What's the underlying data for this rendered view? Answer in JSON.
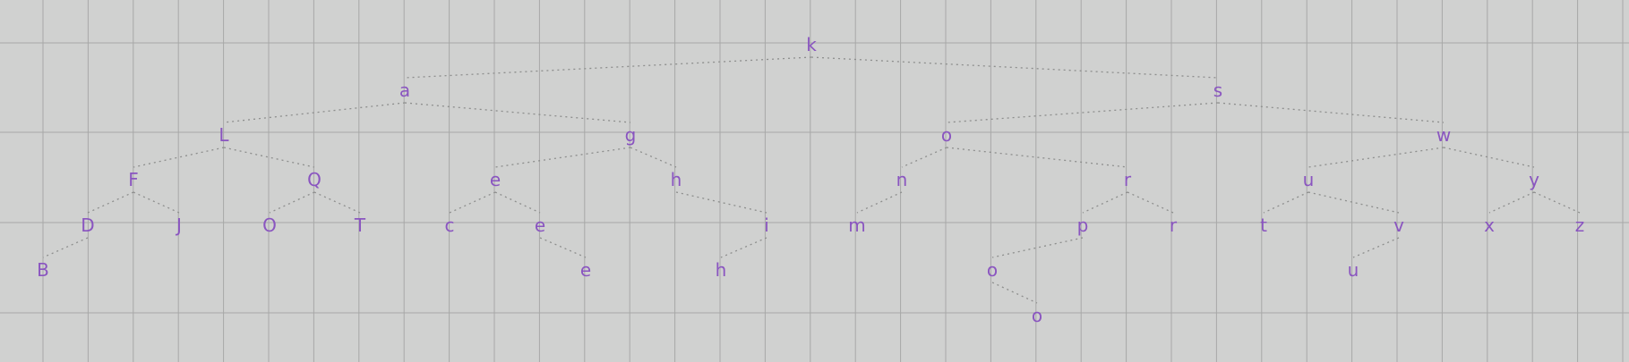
{
  "diagram": {
    "type": "binary-tree",
    "nodes": [
      {
        "id": "k",
        "label": "k"
      },
      {
        "id": "a",
        "label": "a",
        "parent": "k"
      },
      {
        "id": "s",
        "label": "s",
        "parent": "k"
      },
      {
        "id": "L",
        "label": "L",
        "parent": "a"
      },
      {
        "id": "g",
        "label": "g",
        "parent": "a"
      },
      {
        "id": "o1",
        "label": "o",
        "parent": "s"
      },
      {
        "id": "w",
        "label": "w",
        "parent": "s"
      },
      {
        "id": "F",
        "label": "F",
        "parent": "L"
      },
      {
        "id": "Q",
        "label": "Q",
        "parent": "L"
      },
      {
        "id": "e1",
        "label": "e",
        "parent": "g"
      },
      {
        "id": "h1",
        "label": "h",
        "parent": "g"
      },
      {
        "id": "n",
        "label": "n",
        "parent": "o1"
      },
      {
        "id": "r1",
        "label": "r",
        "parent": "o1"
      },
      {
        "id": "u1",
        "label": "u",
        "parent": "w"
      },
      {
        "id": "y",
        "label": "y",
        "parent": "w"
      },
      {
        "id": "D",
        "label": "D",
        "parent": "F"
      },
      {
        "id": "J",
        "label": "J",
        "parent": "F"
      },
      {
        "id": "O",
        "label": "O",
        "parent": "Q"
      },
      {
        "id": "T",
        "label": "T",
        "parent": "Q"
      },
      {
        "id": "c",
        "label": "c",
        "parent": "e1"
      },
      {
        "id": "e2",
        "label": "e",
        "parent": "e1"
      },
      {
        "id": "i",
        "label": "i",
        "parent": "h1"
      },
      {
        "id": "m",
        "label": "m",
        "parent": "n"
      },
      {
        "id": "p",
        "label": "p",
        "parent": "r1"
      },
      {
        "id": "r2",
        "label": "r",
        "parent": "r1"
      },
      {
        "id": "t",
        "label": "t",
        "parent": "u1"
      },
      {
        "id": "v",
        "label": "v",
        "parent": "u1"
      },
      {
        "id": "x",
        "label": "x",
        "parent": "y"
      },
      {
        "id": "z",
        "label": "z",
        "parent": "y"
      },
      {
        "id": "B",
        "label": "B",
        "parent": "D"
      },
      {
        "id": "e3",
        "label": "e",
        "parent": "e2"
      },
      {
        "id": "h2",
        "label": "h",
        "parent": "i"
      },
      {
        "id": "o2",
        "label": "o",
        "parent": "p"
      },
      {
        "id": "u2",
        "label": "u",
        "parent": "v"
      },
      {
        "id": "o3",
        "label": "o",
        "parent": "o2"
      }
    ]
  },
  "colors": {
    "background": "#d0d1d0",
    "grid": "#a7a8a7",
    "edge": "#8d8e8d",
    "label": "#8a55c0"
  }
}
